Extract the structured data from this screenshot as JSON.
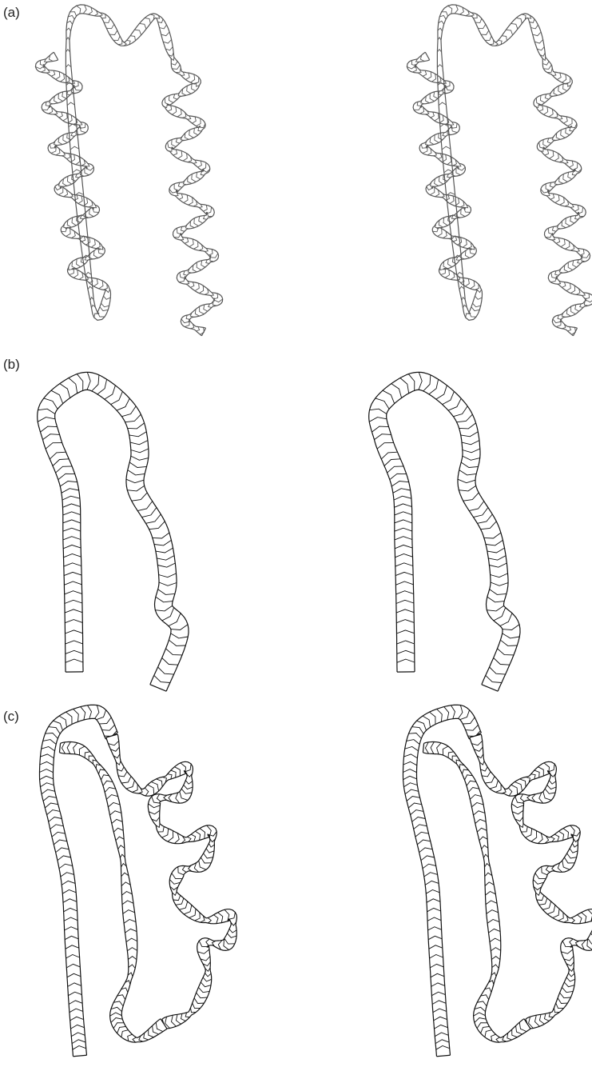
{
  "panels": [
    {
      "label": "(a)",
      "kind": "helix-hairpin",
      "stroke": "#555555"
    },
    {
      "label": "(b)",
      "kind": "extended-hairpin",
      "stroke": "#111111"
    },
    {
      "label": "(c)",
      "kind": "mixed-fold",
      "stroke": "#111111"
    }
  ]
}
